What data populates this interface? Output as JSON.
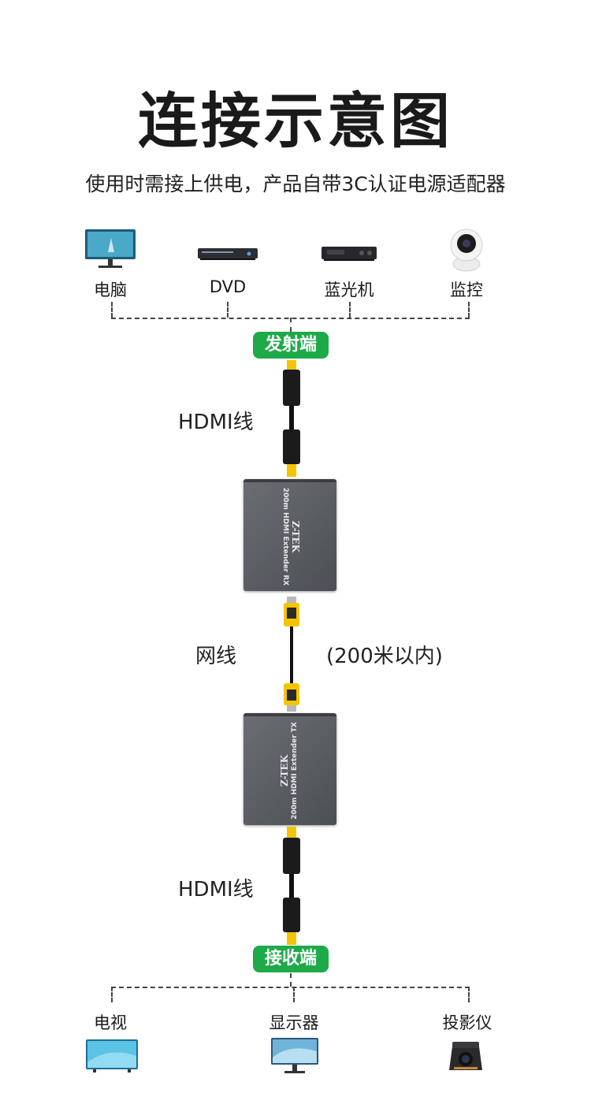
{
  "title": "连接示意图",
  "subtitle": "使用时需接上供电，产品自带3C认证电源适配器",
  "sources": [
    {
      "label": "电脑",
      "icon": "monitor-icon"
    },
    {
      "label": "DVD",
      "icon": "dvd-player-icon"
    },
    {
      "label": "蓝光机",
      "icon": "bluray-player-icon"
    },
    {
      "label": "监控",
      "icon": "security-camera-icon"
    }
  ],
  "transmitter_badge": "发射端",
  "receiver_badge": "接收端",
  "hdmi_label_top": "HDMI线",
  "network_label": "网线",
  "distance_label": "(200米以内)",
  "hdmi_label_bottom": "HDMI线",
  "rx_box": {
    "brand": "Z-TEK",
    "model": "200m HDMI Extender RX"
  },
  "tx_box": {
    "brand": "Z-TEK",
    "model": "200m HDMI Extender TX"
  },
  "destinations": [
    {
      "label": "电视",
      "icon": "tv-icon"
    },
    {
      "label": "显示器",
      "icon": "monitor-icon"
    },
    {
      "label": "投影仪",
      "icon": "projector-icon"
    }
  ],
  "colors": {
    "badge": "#1faa4a",
    "connector": "#f5c400",
    "device": "#5c5f65"
  }
}
